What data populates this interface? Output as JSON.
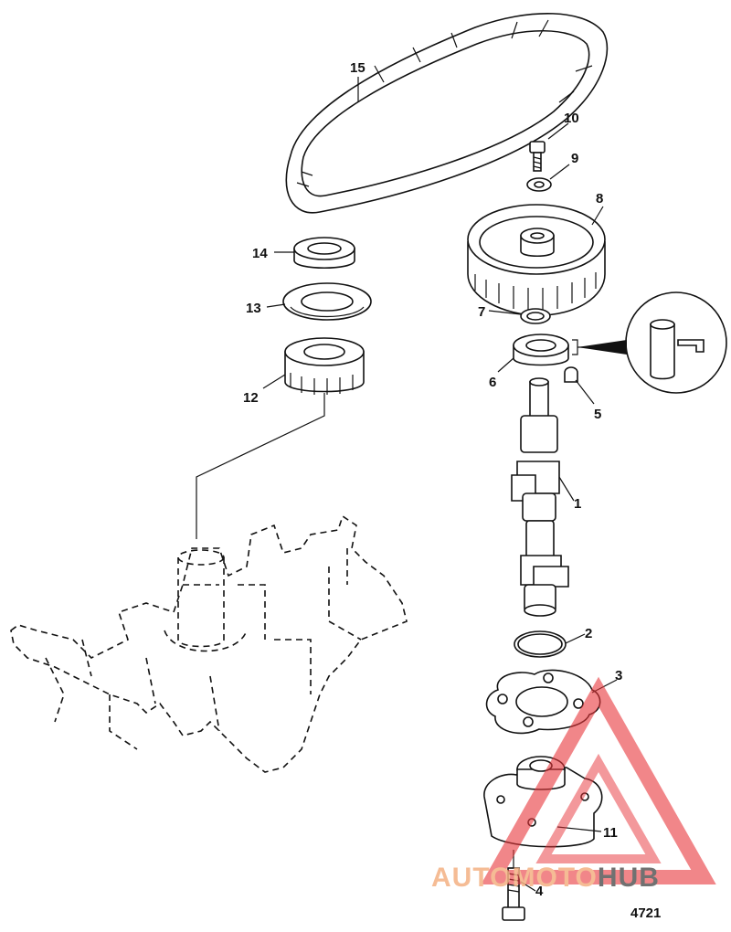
{
  "parts": [
    {
      "id": "p1",
      "label": "1"
    },
    {
      "id": "p2",
      "label": "2"
    },
    {
      "id": "p3",
      "label": "3"
    },
    {
      "id": "p4",
      "label": "4"
    },
    {
      "id": "p5",
      "label": "5"
    },
    {
      "id": "p6",
      "label": "6"
    },
    {
      "id": "p7",
      "label": "7"
    },
    {
      "id": "p8",
      "label": "8"
    },
    {
      "id": "p9",
      "label": "9"
    },
    {
      "id": "p10",
      "label": "10"
    },
    {
      "id": "p11",
      "label": "11"
    },
    {
      "id": "p12",
      "label": "12"
    },
    {
      "id": "p13",
      "label": "13"
    },
    {
      "id": "p14",
      "label": "14"
    },
    {
      "id": "p15",
      "label": "15"
    }
  ],
  "figure_number": "4721",
  "watermark": {
    "text_part1": "AUTOMOTO",
    "text_part2": "HUB",
    "color_primary": "#f4b183",
    "color_secondary": "#595959",
    "triangle_color": "#e8363a"
  }
}
